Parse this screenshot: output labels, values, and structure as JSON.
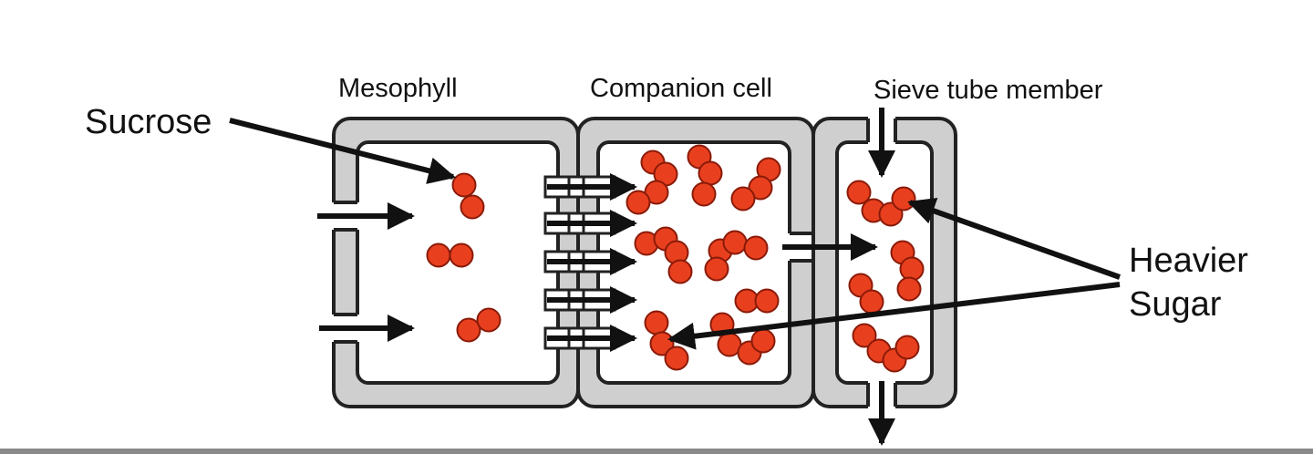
{
  "labels": {
    "mesophyll": "Mesophyll",
    "companion": "Companion cell",
    "sieve": "Sieve tube member",
    "sucrose": "Sucrose",
    "heavier_line1": "Heavier",
    "heavier_line2": "Sugar"
  },
  "colors": {
    "sugar_fill": "#e8401f",
    "sugar_stroke": "#8a1a08",
    "wall_fill": "#cfcfcf",
    "outline": "#222222"
  }
}
